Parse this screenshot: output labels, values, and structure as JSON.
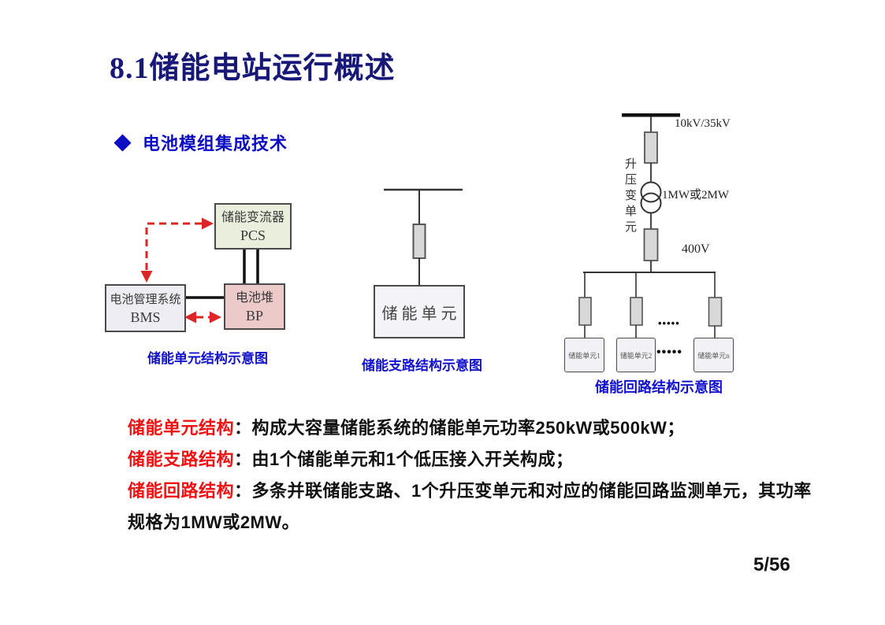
{
  "slide": {
    "title": "8.1储能电站运行概述",
    "bullet": {
      "label": "电池模组集成技术"
    },
    "page_number": "5/56"
  },
  "diagrams": {
    "unit": {
      "caption": "储能单元结构示意图",
      "pcs": {
        "line1": "储能变流器",
        "line2": "PCS"
      },
      "bms": {
        "line1": "电池管理系统",
        "line2": "BMS"
      },
      "bp": {
        "line1": "电池堆",
        "line2": "BP"
      }
    },
    "branch": {
      "caption": "储能支路结构示意图",
      "unit_box": "储能单元"
    },
    "circuit": {
      "caption": "储能回路结构示意图",
      "hv_label": "10kV/35kV",
      "boost_label": "升压变单元",
      "power_label": "1MW或2MW",
      "lv_label": "400V",
      "dots": "•••••",
      "units": [
        "储能单元1",
        "储能单元2",
        "储能单元n"
      ]
    }
  },
  "body": {
    "lines": [
      {
        "term": "储能单元结构",
        "text": "：构成大容量储能系统的储能单元功率250kW或500kW；"
      },
      {
        "term": "储能支路结构",
        "text": "：由1个储能单元和1个低压接入开关构成；"
      },
      {
        "term": "储能回路结构",
        "text": "：多条并联储能支路、1个升压变单元和对应的储能回路监测单元，其功率"
      },
      {
        "term": "",
        "text": "规格为1MW或2MW。"
      }
    ]
  },
  "colors": {
    "title_navy": "#181878",
    "accent_blue": "#1212ce",
    "term_red": "#ee1212",
    "body_black": "#111111",
    "arrow_red": "#dc2626",
    "pcs_fill": "#e9eedd",
    "bms_fill": "#eeedf3",
    "bp_fill": "#eccaca",
    "switch_fill": "#d8d8d8",
    "unit_fill": "#f2f1f5"
  }
}
